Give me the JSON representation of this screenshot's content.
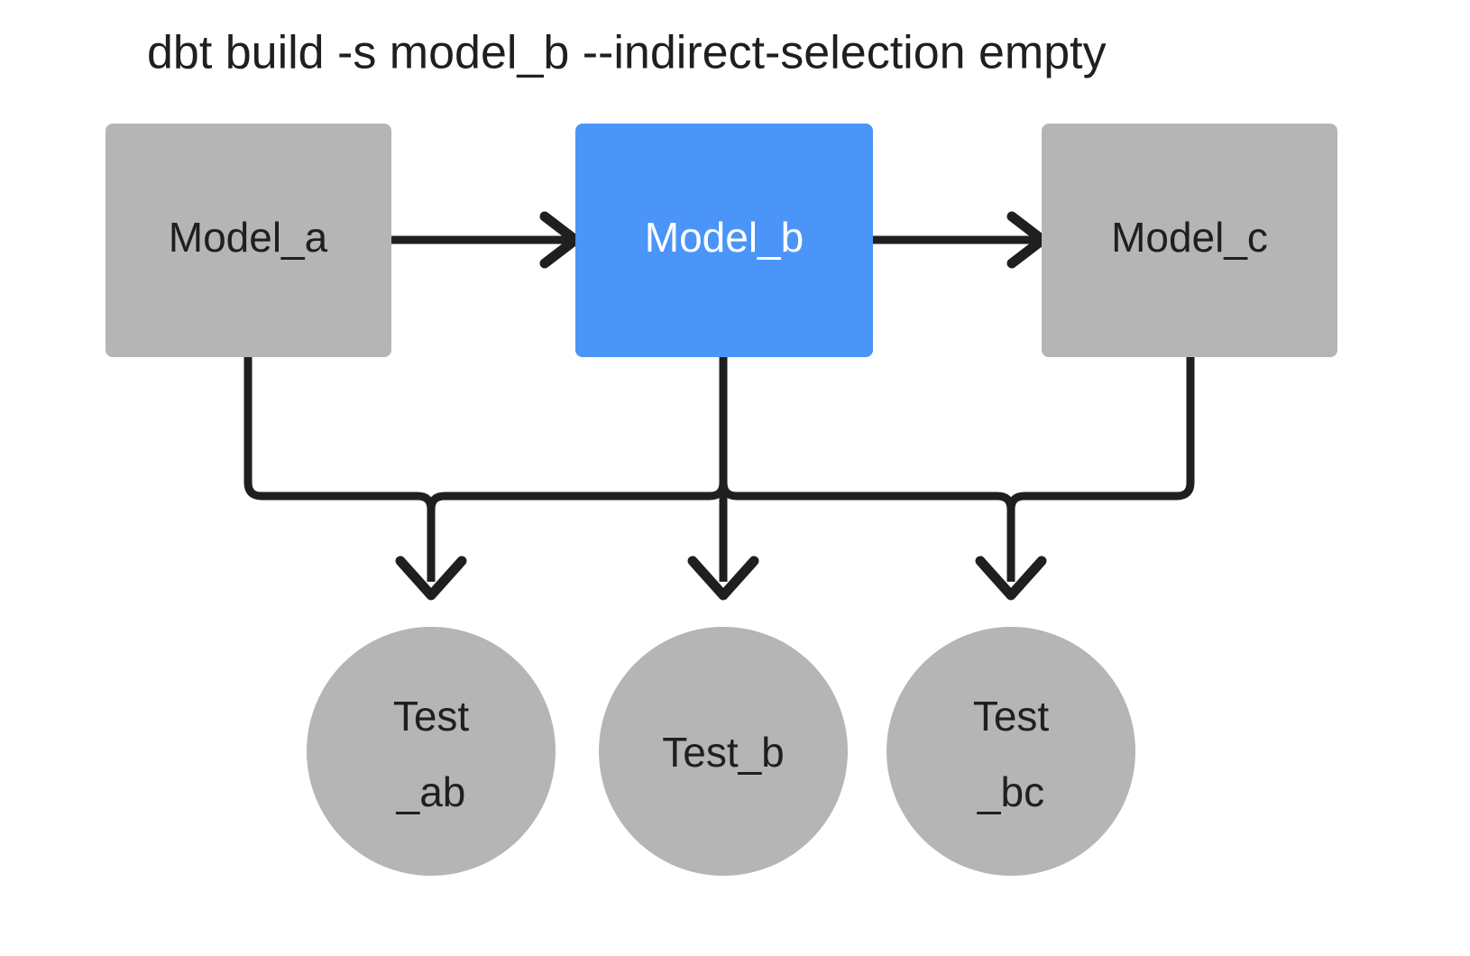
{
  "diagram": {
    "title": "dbt build -s model_b --indirect-selection empty",
    "background_color": "#ffffff",
    "colors": {
      "node_default": "#b5b5b5",
      "node_selected": "#4a95f7",
      "edge": "#1f1f1f",
      "text_dark": "#1f1f1f",
      "text_light": "#ffffff"
    },
    "models": [
      {
        "id": "model_a",
        "label": "Model_a",
        "shape": "rectangle",
        "state": "unselected",
        "fill": "#b5b5b5",
        "text_color": "#1f1f1f"
      },
      {
        "id": "model_b",
        "label": "Model_b",
        "shape": "rectangle",
        "state": "selected",
        "fill": "#4a95f7",
        "text_color": "#ffffff"
      },
      {
        "id": "model_c",
        "label": "Model_c",
        "shape": "rectangle",
        "state": "unselected",
        "fill": "#b5b5b5",
        "text_color": "#1f1f1f"
      }
    ],
    "tests": [
      {
        "id": "test_ab",
        "label": "Test_ab",
        "label_lines": [
          "Test",
          "_ab"
        ],
        "shape": "circle",
        "state": "unselected",
        "fill": "#b5b5b5",
        "text_color": "#1f1f1f"
      },
      {
        "id": "test_b",
        "label": "Test_b",
        "label_lines": [
          "Test_b"
        ],
        "shape": "circle",
        "state": "unselected",
        "fill": "#b5b5b5",
        "text_color": "#1f1f1f"
      },
      {
        "id": "test_bc",
        "label": "Test_bc",
        "label_lines": [
          "Test",
          "_bc"
        ],
        "shape": "circle",
        "state": "unselected",
        "fill": "#b5b5b5",
        "text_color": "#1f1f1f"
      }
    ],
    "edges": [
      {
        "from": "model_a",
        "to": "model_b",
        "style": "straight-horizontal"
      },
      {
        "from": "model_b",
        "to": "model_c",
        "style": "straight-horizontal"
      },
      {
        "from": "model_a",
        "to": "test_ab",
        "style": "orthogonal"
      },
      {
        "from": "model_b",
        "to": "test_ab",
        "style": "orthogonal"
      },
      {
        "from": "model_b",
        "to": "test_b",
        "style": "straight-vertical"
      },
      {
        "from": "model_b",
        "to": "test_bc",
        "style": "orthogonal"
      },
      {
        "from": "model_c",
        "to": "test_bc",
        "style": "orthogonal"
      }
    ]
  }
}
